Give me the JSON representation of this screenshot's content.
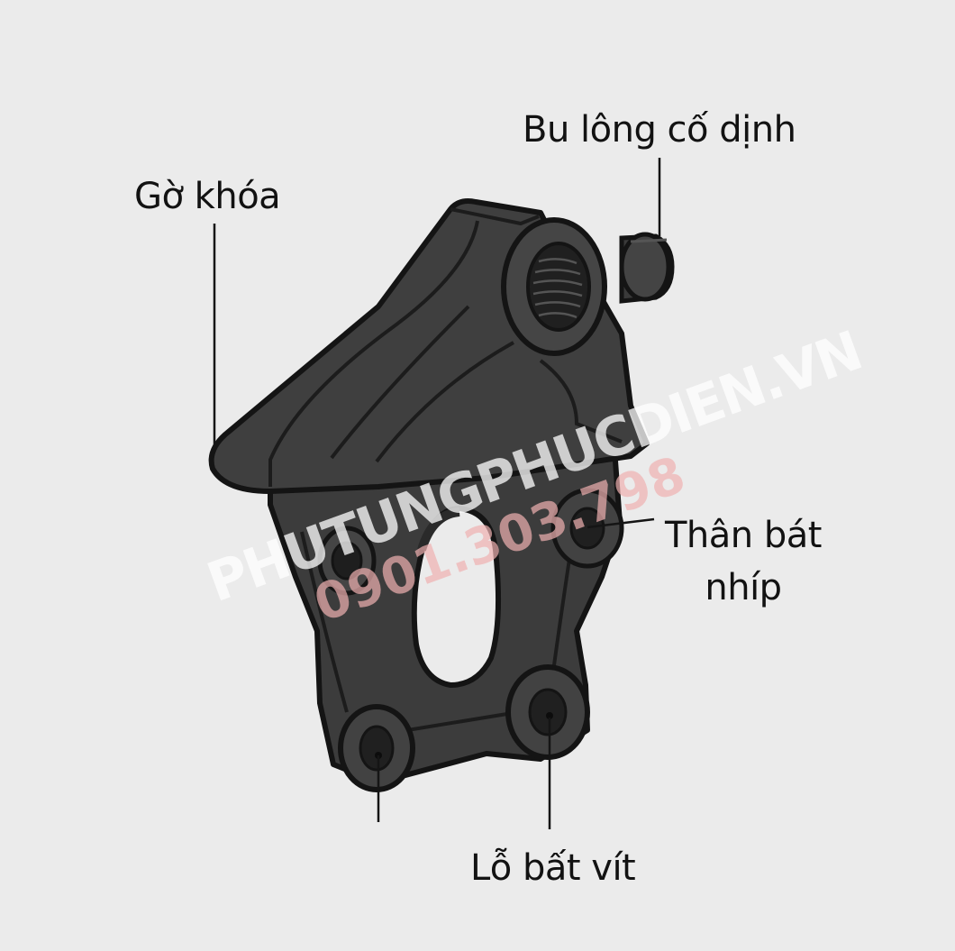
{
  "labels": {
    "bolt": "Bu lông cố dịnh",
    "lock_ridge": "Gờ khóa",
    "body_line1": "Thân bát",
    "body_line2": "nhíp",
    "screw_holes": "Lỗ bất vít"
  },
  "watermark": {
    "site": "PHUTUNGPHUCDIEN.VN",
    "phone": "0901.303.798"
  },
  "colors": {
    "background": "#ebebeb",
    "part_fill": "#3c3c3c",
    "part_outline": "#141414",
    "text": "#121212",
    "watermark_site": "#ffffff",
    "watermark_phone": "#f0b0b0"
  }
}
